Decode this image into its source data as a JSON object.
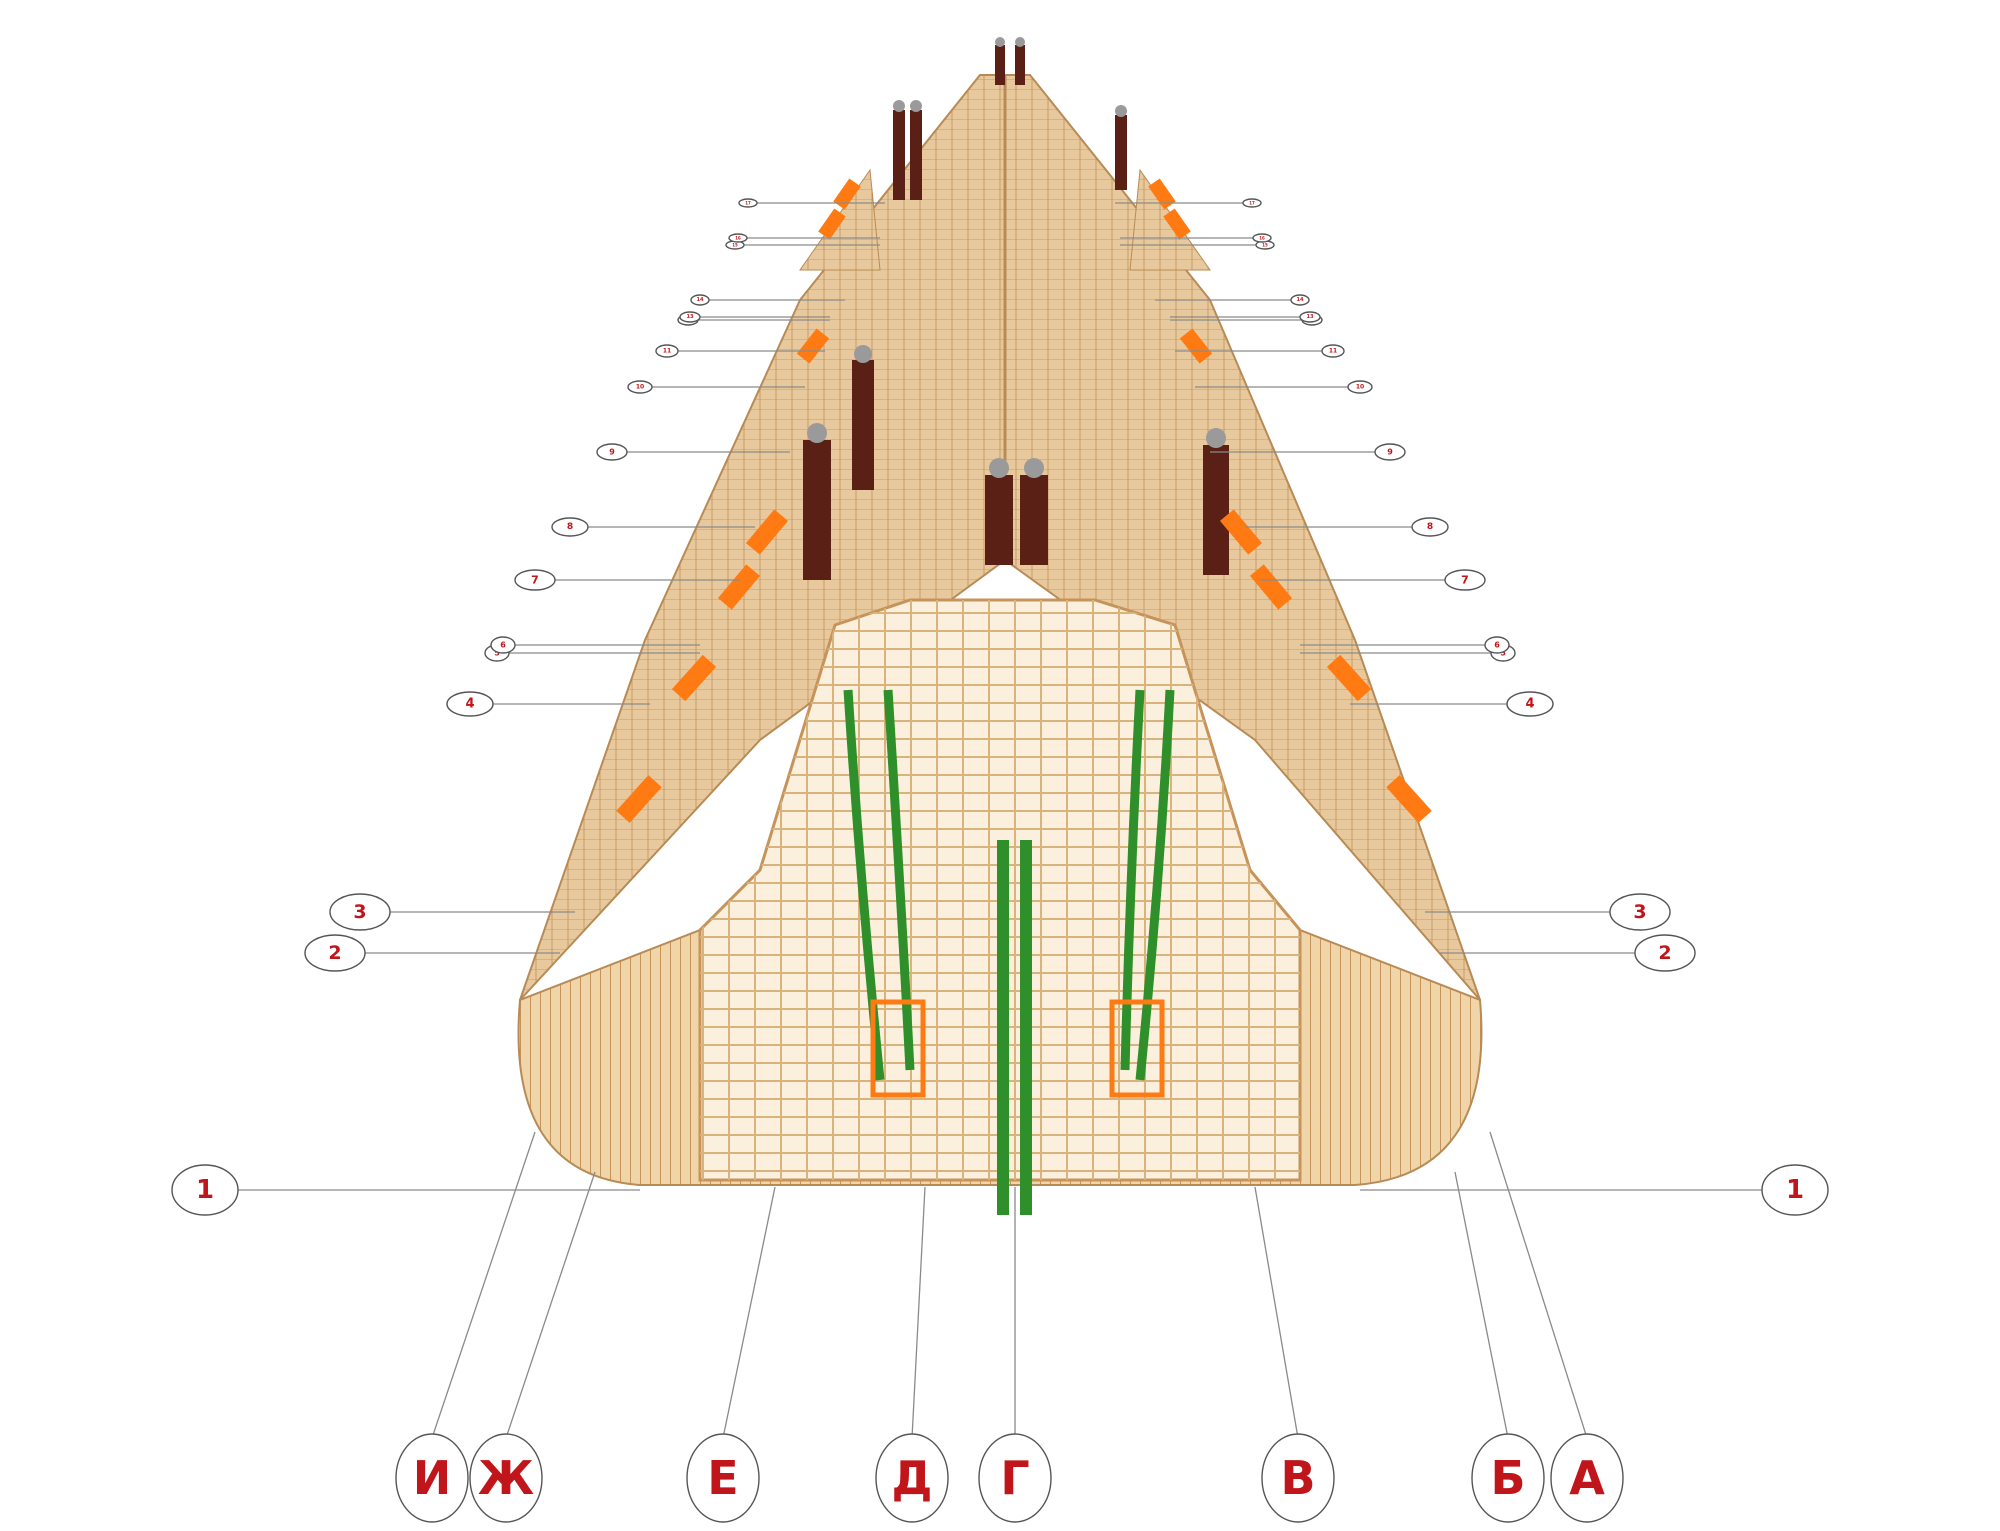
{
  "drawing": {
    "colors": {
      "background": "#ffffff",
      "roof": "#e8c99d",
      "roof_line": "#c79a62",
      "timber": "#efd2a4",
      "timber_line": "#c6945a",
      "chimney": "#5a1f15",
      "chimney_cap": "#9a9a9a",
      "window": "#ff7a12",
      "pipe": "#2f8f2a",
      "leader": "#8a8a8a",
      "label": "#c0151a"
    },
    "row_axes": {
      "left": [
        {
          "label": "1"
        },
        {
          "label": "2"
        },
        {
          "label": "3"
        },
        {
          "label": "4"
        },
        {
          "label": "5"
        },
        {
          "label": "6"
        },
        {
          "label": "7"
        },
        {
          "label": "8"
        },
        {
          "label": "9"
        },
        {
          "label": "10"
        },
        {
          "label": "11"
        },
        {
          "label": "12"
        },
        {
          "label": "13"
        },
        {
          "label": "14"
        },
        {
          "label": "15"
        },
        {
          "label": "16"
        },
        {
          "label": "17"
        }
      ],
      "right": [
        {
          "label": "1"
        },
        {
          "label": "2"
        },
        {
          "label": "3"
        },
        {
          "label": "4"
        },
        {
          "label": "5"
        },
        {
          "label": "6"
        },
        {
          "label": "7"
        },
        {
          "label": "8"
        },
        {
          "label": "9"
        },
        {
          "label": "10"
        },
        {
          "label": "11"
        },
        {
          "label": "12"
        },
        {
          "label": "13"
        },
        {
          "label": "14"
        },
        {
          "label": "15"
        },
        {
          "label": "16"
        },
        {
          "label": "17"
        }
      ]
    },
    "column_axes": [
      {
        "label": "И"
      },
      {
        "label": "Ж"
      },
      {
        "label": "Е"
      },
      {
        "label": "Д"
      },
      {
        "label": "Г"
      },
      {
        "label": "В"
      },
      {
        "label": "Б"
      },
      {
        "label": "А"
      }
    ]
  }
}
